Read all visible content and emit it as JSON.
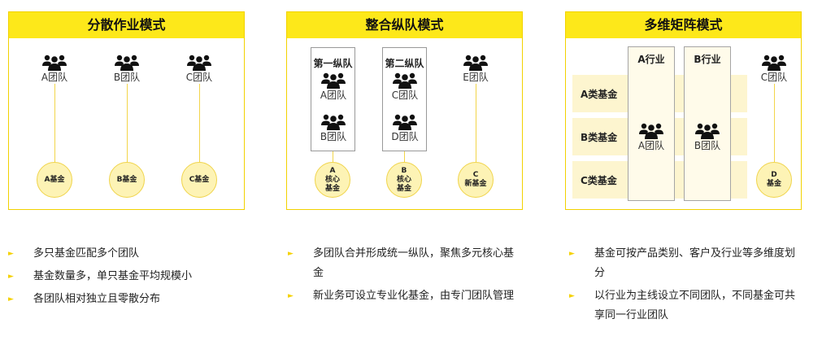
{
  "colors": {
    "accent": "#fde81a",
    "fund_fill": "#fdf3b5",
    "band_fill": "#fdf5cf",
    "bullet": "#f5d100"
  },
  "icons": {
    "team": "team-people-icon",
    "bullet": "triangle-right-icon"
  },
  "panels": [
    {
      "title": "分散作业模式",
      "teams": [
        "A团队",
        "B团队",
        "C团队"
      ],
      "funds": [
        "A基金",
        "B基金",
        "C基金"
      ]
    },
    {
      "title": "整合纵队模式",
      "columns": [
        {
          "title": "第一纵队",
          "teams": [
            "A团队",
            "B团队"
          ]
        },
        {
          "title": "第二纵队",
          "teams": [
            "C团队",
            "D团队"
          ]
        }
      ],
      "standalone_team": "E团队",
      "funds": [
        "A\n核心\n基金",
        "B\n核心\n基金",
        "C\n新基金"
      ]
    },
    {
      "title": "多维矩阵模式",
      "industries": [
        "A行业",
        "B行业"
      ],
      "fund_rows": [
        "A类基金",
        "B类基金",
        "C类基金"
      ],
      "matrix_teams": [
        "A团队",
        "B团队"
      ],
      "standalone_team": "C团队",
      "fund": "D\n基金"
    }
  ],
  "bullets": [
    [
      "多只基金匹配多个团队",
      "基金数量多，单只基金平均规模小",
      "各团队相对独立且零散分布"
    ],
    [
      "多团队合并形成统一纵队，聚焦多元核心基金",
      "新业务可设立专业化基金，由专门团队管理"
    ],
    [
      "基金可按产品类别、客户及行业等多维度划分",
      "以行业为主线设立不同团队，不同基金可共享同一行业团队"
    ]
  ]
}
